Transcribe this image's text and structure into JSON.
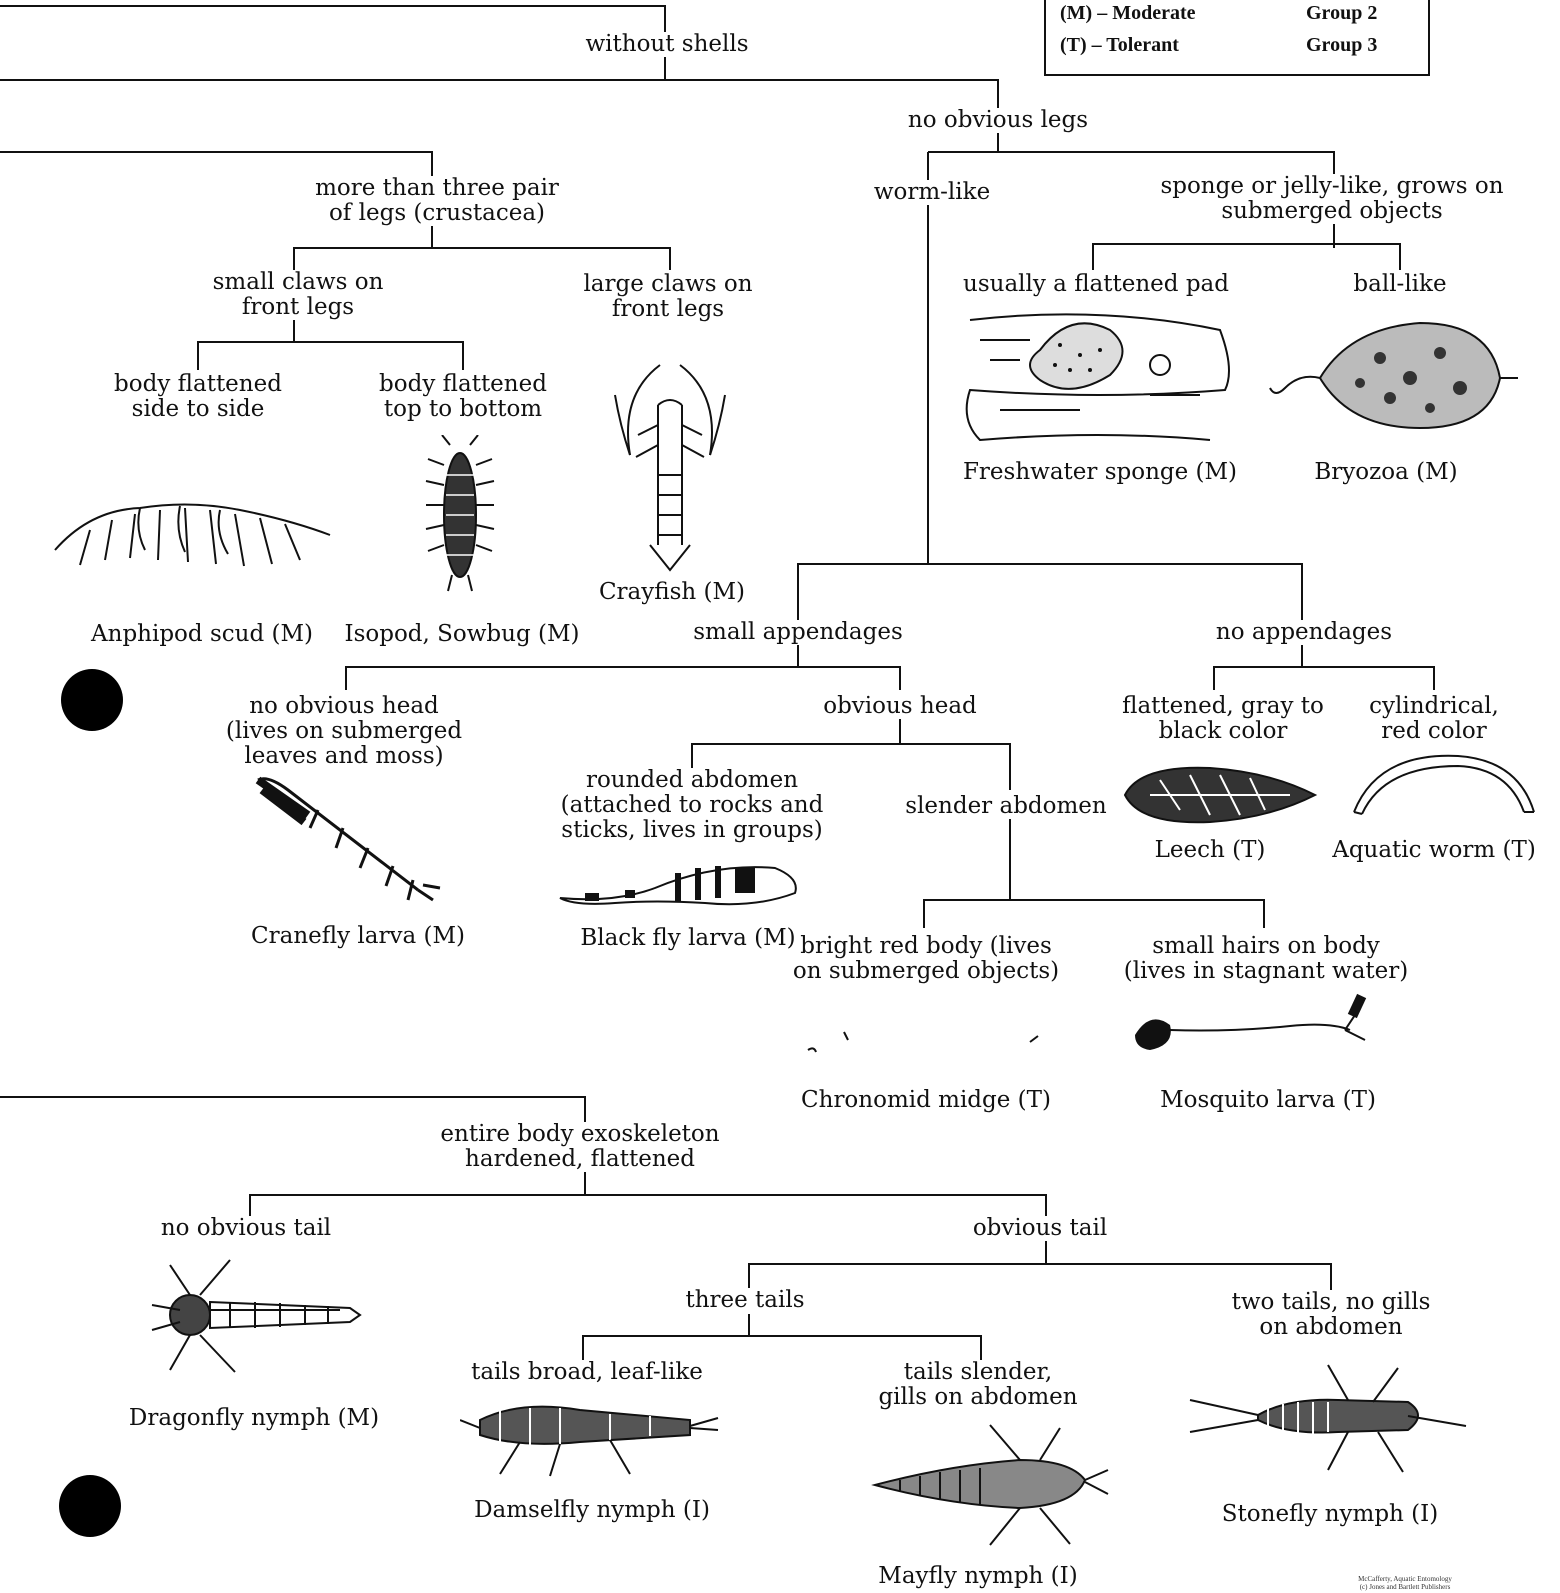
{
  "legend": {
    "rows": [
      {
        "key": "(M) – Moderate",
        "group": "Group 2"
      },
      {
        "key": "(T) – Tolerant",
        "group": "Group 3"
      }
    ]
  },
  "nodes": {
    "without_shells": [
      "without shells"
    ],
    "no_obvious_legs": [
      "no obvious legs"
    ],
    "more_than_three": [
      "more than three pair",
      "of legs (crustacea)"
    ],
    "worm_like": [
      "worm-like"
    ],
    "sponge_jelly": [
      "sponge or jelly-like, grows on",
      "submerged objects"
    ],
    "small_claws": [
      "small claws on",
      "front legs"
    ],
    "large_claws": [
      "large claws on",
      "front legs"
    ],
    "flattened_pad": [
      "usually a flattened pad"
    ],
    "ball_like": [
      "ball-like"
    ],
    "flat_side": [
      "body flattened",
      "side to side"
    ],
    "flat_top": [
      "body flattened",
      "top to bottom"
    ],
    "small_appendages": [
      "small appendages"
    ],
    "no_appendages": [
      "no appendages"
    ],
    "no_obvious_head": [
      "no obvious head",
      "(lives on submerged",
      "leaves and moss)"
    ],
    "obvious_head": [
      "obvious head"
    ],
    "flattened_gray": [
      "flattened, gray to",
      "black color"
    ],
    "cylindrical_red": [
      "cylindrical,",
      "red color"
    ],
    "rounded_abdomen": [
      "rounded abdomen",
      "(attached to rocks and",
      "sticks, lives in groups)"
    ],
    "slender_abdomen": [
      "slender abdomen"
    ],
    "bright_red": [
      "bright red body (lives",
      "on submerged objects)"
    ],
    "small_hairs": [
      "small hairs on body",
      "(lives in stagnant water)"
    ],
    "exoskeleton": [
      "entire body exoskeleton",
      "hardened, flattened"
    ],
    "no_tail": [
      "no obvious tail"
    ],
    "obvious_tail": [
      "obvious tail"
    ],
    "three_tails": [
      "three tails"
    ],
    "two_tails": [
      "two tails, no gills",
      "on abdomen"
    ],
    "tails_broad": [
      "tails broad, leaf-like"
    ],
    "tails_slender": [
      "tails slender,",
      "gills on abdomen"
    ]
  },
  "organisms": {
    "amphipod": [
      "Anphipod scud (M)"
    ],
    "isopod": [
      "Isopod, Sowbug (M)"
    ],
    "crayfish": [
      "Crayfish (M)"
    ],
    "sponge": [
      "Freshwater sponge (M)"
    ],
    "bryozoa": [
      "Bryozoa (M)"
    ],
    "cranefly": [
      "Cranefly larva (M)"
    ],
    "blackfly": [
      "Black fly larva (M)"
    ],
    "leech": [
      "Leech (T)"
    ],
    "aquatic_worm": [
      "Aquatic worm (T)"
    ],
    "midge": [
      "Chronomid midge (T)"
    ],
    "mosquito": [
      "Mosquito larva (T)"
    ],
    "dragonfly": [
      "Dragonfly nymph (M)"
    ],
    "damselfly": [
      "Damselfly nymph (I)"
    ],
    "mayfly": [
      "Mayfly nymph (I)"
    ],
    "stonefly": [
      "Stonefly nymph (I)"
    ]
  },
  "credit": [
    "McCafferty, Aquatic Entomology",
    "(c) Jones and Bartlett Publishers"
  ]
}
